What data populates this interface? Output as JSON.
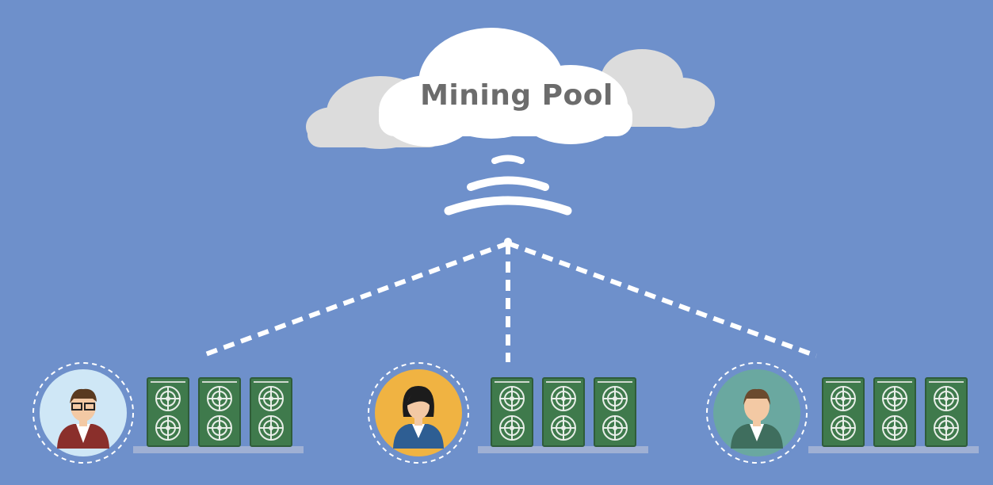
{
  "diagram": {
    "title": "Mining Pool",
    "colors": {
      "background": "#6e90cb",
      "cloud_main": "#ffffff",
      "cloud_back": "#dcdcdc",
      "title_text": "#6c6c6c",
      "connector": "#ffffff",
      "shelf": "#9fb0d4",
      "rig_body": "#3f7a4c",
      "rig_fan": "#e8eee8"
    },
    "miners": [
      {
        "avatar_icon": "man-glasses-red-suit-icon",
        "avatar_bg": "#cfe7f6",
        "rig_count": 3
      },
      {
        "avatar_icon": "woman-blue-suit-icon",
        "avatar_bg": "#f0b342",
        "rig_count": 3
      },
      {
        "avatar_icon": "man-green-suit-icon",
        "avatar_bg": "#6aa8a0",
        "rig_count": 3
      }
    ]
  }
}
